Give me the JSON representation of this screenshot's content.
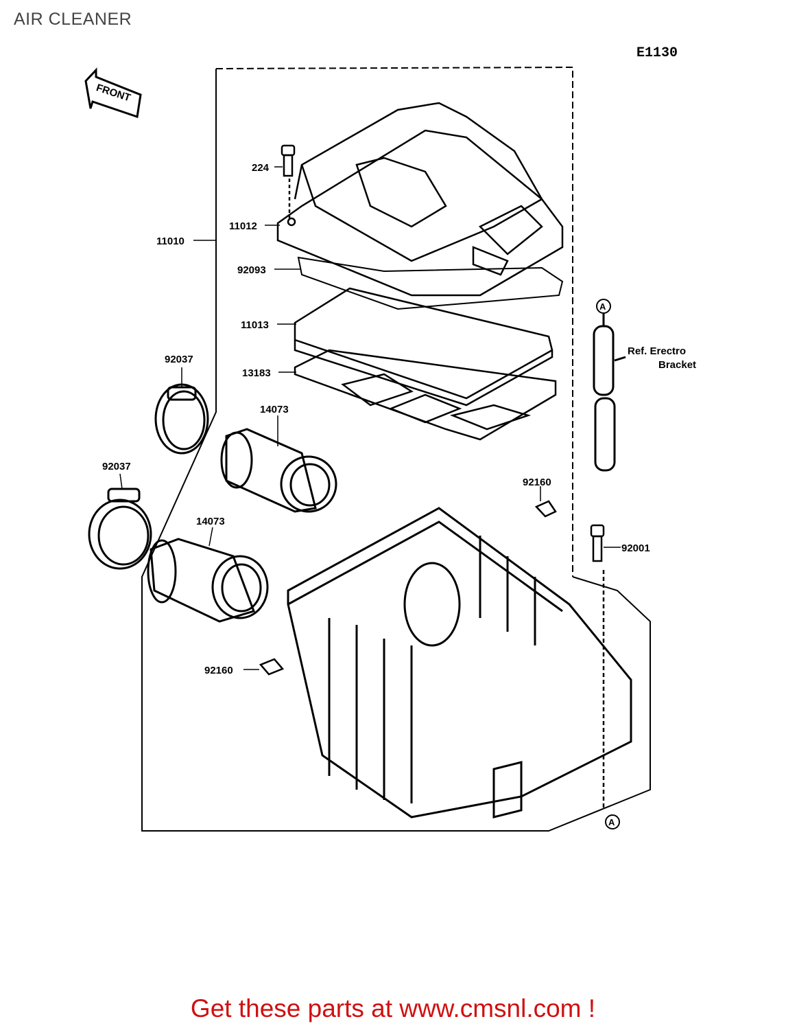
{
  "header": {
    "title": "AIR CLEANER",
    "diagram_code": "E1130"
  },
  "direction_arrow": {
    "label": "FRONT"
  },
  "part_labels": {
    "p224": "224",
    "p11012": "11012",
    "p11010": "11010",
    "p92093": "92093",
    "p11013": "11013",
    "p13183": "13183",
    "p92037_top": "92037",
    "p92037_bottom": "92037",
    "p14073_top": "14073",
    "p14073_bottom": "14073",
    "p92160_right": "92160",
    "p92160_left": "92160",
    "p92001": "92001"
  },
  "reference": {
    "line1": "Ref. Erectro",
    "line2": "Bracket",
    "marker": "A"
  },
  "footer": {
    "promo": "Get these parts at www.cmsnl.com !"
  }
}
